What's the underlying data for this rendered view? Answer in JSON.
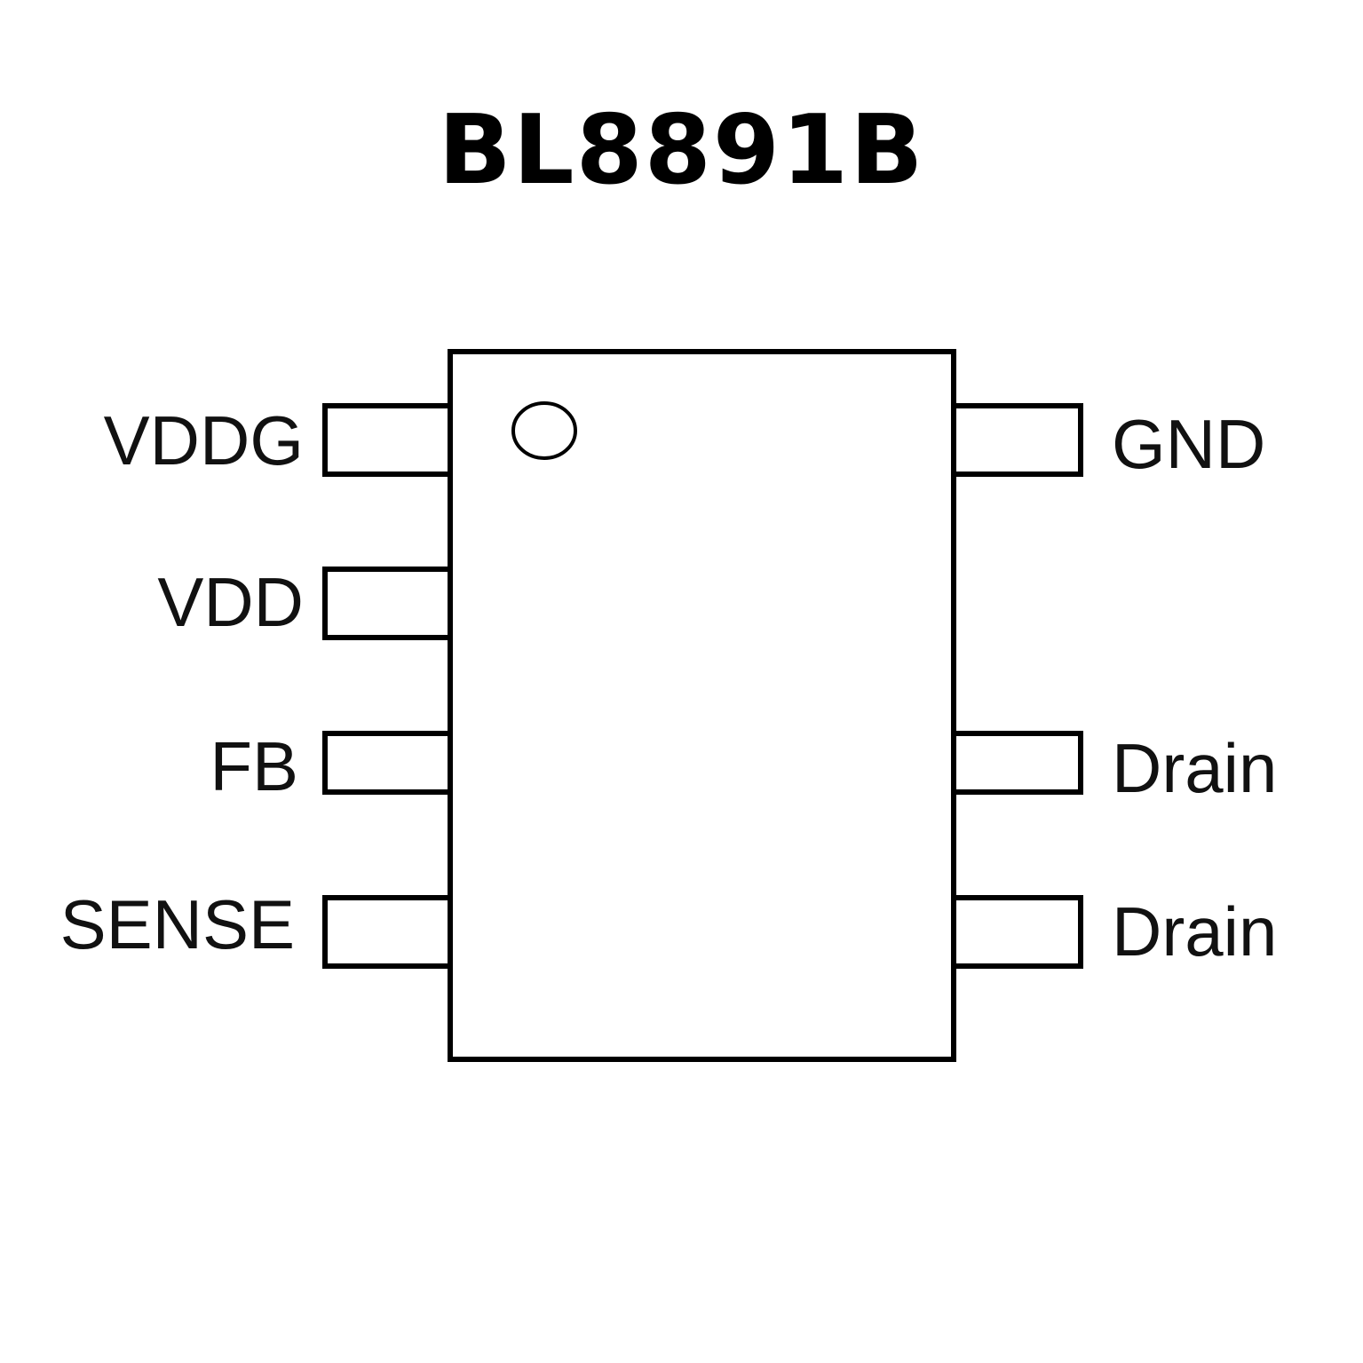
{
  "title": "BL8891B",
  "package": {
    "pin1_marker": "pin-1-dot",
    "left_pins": [
      {
        "label": "VDDG"
      },
      {
        "label": "VDD"
      },
      {
        "label": "FB"
      },
      {
        "label": "SENSE"
      }
    ],
    "right_pins": [
      {
        "label": "GND"
      },
      {
        "label": null
      },
      {
        "label": "Drain"
      },
      {
        "label": "Drain"
      }
    ]
  }
}
